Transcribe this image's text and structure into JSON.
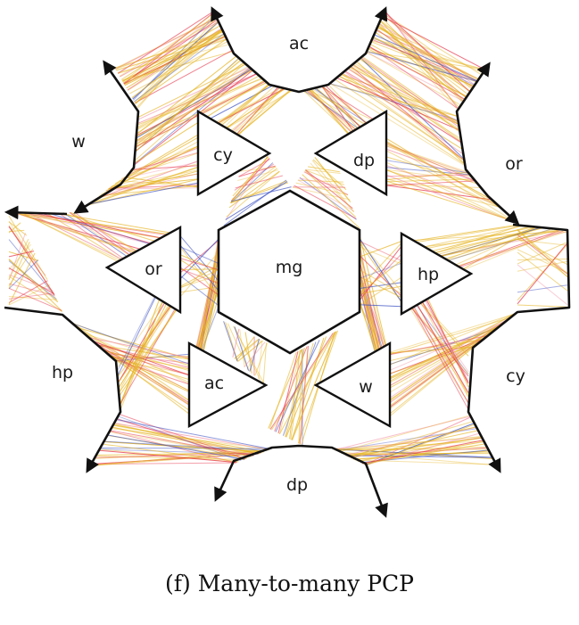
{
  "caption": "(f) Many-to-many PCP",
  "colors": {
    "yellow": "#e6b422",
    "red": "#e6334a",
    "blue": "#3a4fc2",
    "pink": "#f08aa0",
    "axis": "#111111"
  },
  "labels": {
    "outer_ac": "ac",
    "outer_w": "w",
    "outer_or": "or",
    "outer_hp": "hp",
    "outer_cy": "cy",
    "outer_dp": "dp",
    "center_mg": "mg",
    "tri_cy": "cy",
    "tri_dp": "dp",
    "tri_or": "or",
    "tri_hp": "hp",
    "tri_ac": "ac",
    "tri_w": "w"
  }
}
